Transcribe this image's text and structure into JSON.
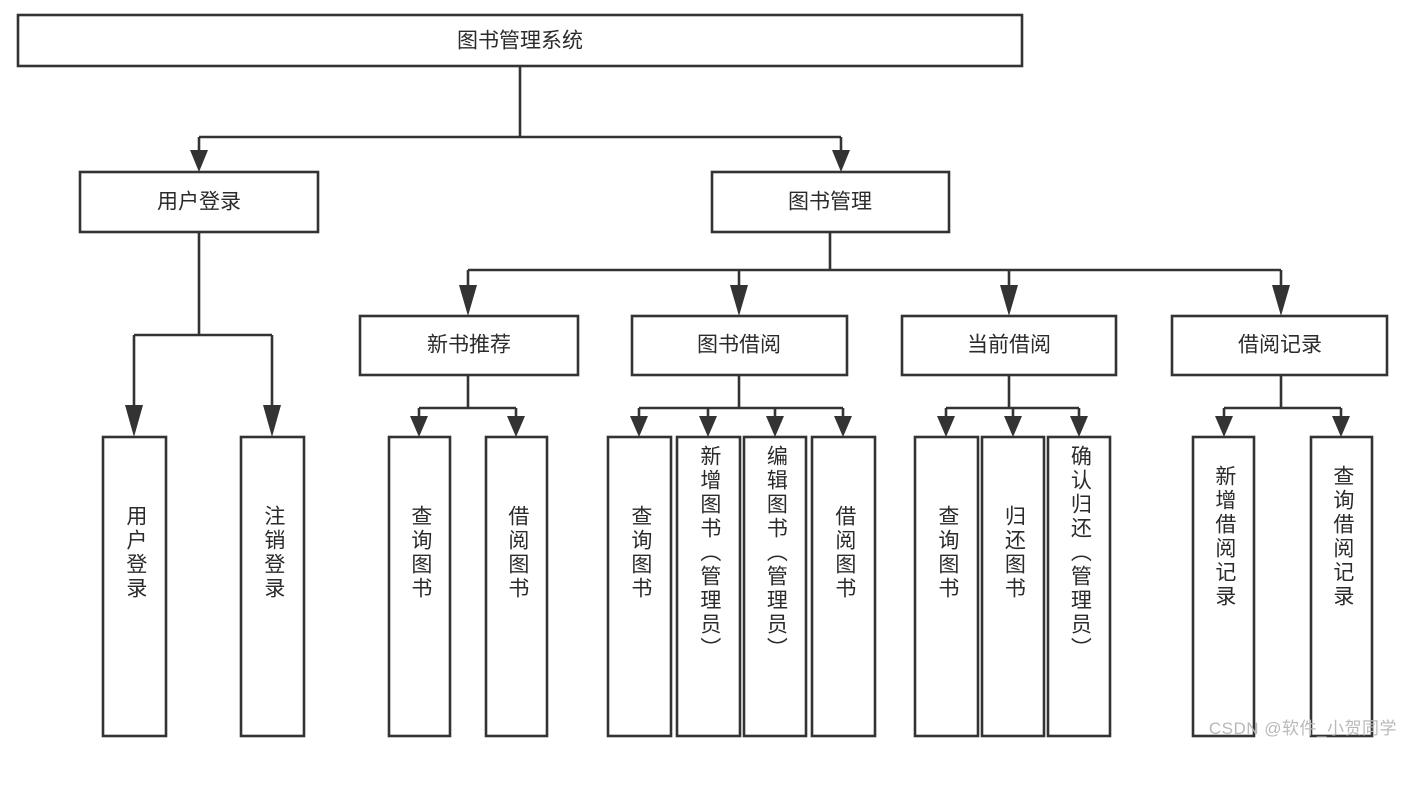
{
  "diagram": {
    "type": "tree-hierarchy",
    "title": "图书管理系统",
    "watermark": "CSDN @软件_小贺同学",
    "colors": {
      "stroke": "#333333",
      "fill": "#ffffff",
      "text": "#2b2b2b",
      "watermark": "#b9b9b9",
      "background": "#ffffff"
    },
    "root": {
      "label": "图书管理系统"
    },
    "level2": [
      {
        "id": "user-login",
        "label": "用户登录"
      },
      {
        "id": "book-management",
        "label": "图书管理"
      }
    ],
    "level3": [
      {
        "id": "new-book-recommend",
        "label": "新书推荐",
        "parent": "book-management"
      },
      {
        "id": "book-borrow",
        "label": "图书借阅",
        "parent": "book-management"
      },
      {
        "id": "current-borrow",
        "label": "当前借阅",
        "parent": "book-management"
      },
      {
        "id": "borrow-record",
        "label": "借阅记录",
        "parent": "book-management"
      }
    ],
    "leaves": [
      {
        "id": "leaf-user-login",
        "label": "用户登录",
        "parent": "user-login"
      },
      {
        "id": "leaf-logout-login",
        "label": "注销登录",
        "parent": "user-login"
      },
      {
        "id": "leaf-query-book-1",
        "label": "查询图书",
        "parent": "new-book-recommend"
      },
      {
        "id": "leaf-borrow-book-1",
        "label": "借阅图书",
        "parent": "new-book-recommend"
      },
      {
        "id": "leaf-query-book-2",
        "label": "查询图书",
        "parent": "book-borrow"
      },
      {
        "id": "leaf-add-book",
        "label": "新增图书（管理员）",
        "parent": "book-borrow"
      },
      {
        "id": "leaf-edit-book",
        "label": "编辑图书（管理员）",
        "parent": "book-borrow"
      },
      {
        "id": "leaf-borrow-book-2",
        "label": "借阅图书",
        "parent": "book-borrow"
      },
      {
        "id": "leaf-query-book-3",
        "label": "查询图书",
        "parent": "current-borrow"
      },
      {
        "id": "leaf-return-book",
        "label": "归还图书",
        "parent": "current-borrow"
      },
      {
        "id": "leaf-confirm-return",
        "label": "确认归还（管理员）",
        "parent": "current-borrow"
      },
      {
        "id": "leaf-add-record",
        "label": "新增借阅记录",
        "parent": "borrow-record"
      },
      {
        "id": "leaf-query-record",
        "label": "查询借阅记录",
        "parent": "borrow-record"
      }
    ]
  }
}
